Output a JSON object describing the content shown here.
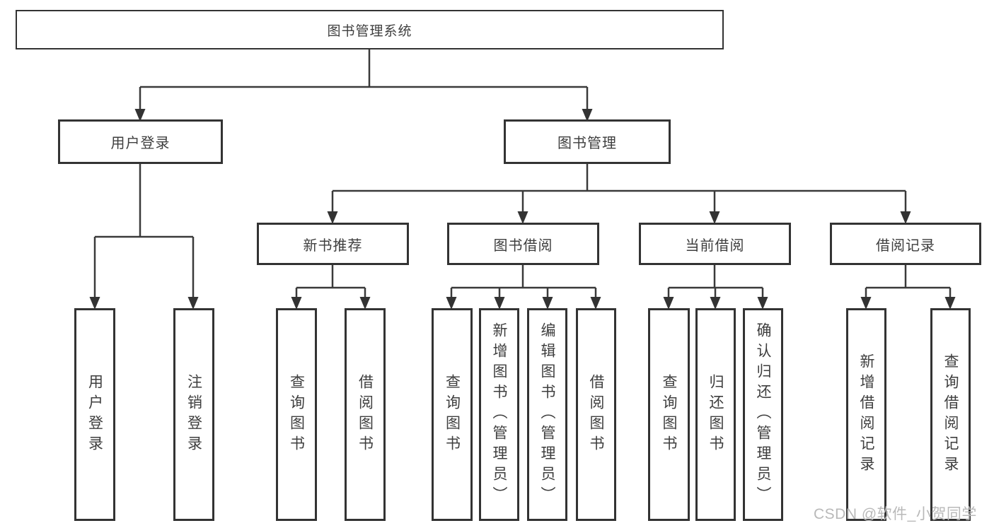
{
  "diagram": {
    "title": "图书管理系统",
    "branches": [
      {
        "label": "用户登录",
        "children": [
          {
            "label": "用户登录"
          },
          {
            "label": "注销登录"
          }
        ]
      },
      {
        "label": "图书管理",
        "children": [
          {
            "label": "新书推荐",
            "children": [
              {
                "label": "查询图书"
              },
              {
                "label": "借阅图书"
              }
            ]
          },
          {
            "label": "图书借阅",
            "children": [
              {
                "label": "查询图书"
              },
              {
                "label": "新增图书（管理员）"
              },
              {
                "label": "编辑图书（管理员）"
              },
              {
                "label": "借阅图书"
              }
            ]
          },
          {
            "label": "当前借阅",
            "children": [
              {
                "label": "查询图书"
              },
              {
                "label": "归还图书"
              },
              {
                "label": "确认归还（管理员）"
              }
            ]
          },
          {
            "label": "借阅记录",
            "children": [
              {
                "label": "新增借阅记录"
              },
              {
                "label": "查询借阅记录"
              }
            ]
          }
        ]
      }
    ]
  },
  "watermark": "CSDN @软件_小贺同学",
  "colors": {
    "line": "#3a3a3a",
    "border": "#333333",
    "text": "#3e3e3e",
    "watermark": "#b9b9b9",
    "background": "#ffffff"
  }
}
